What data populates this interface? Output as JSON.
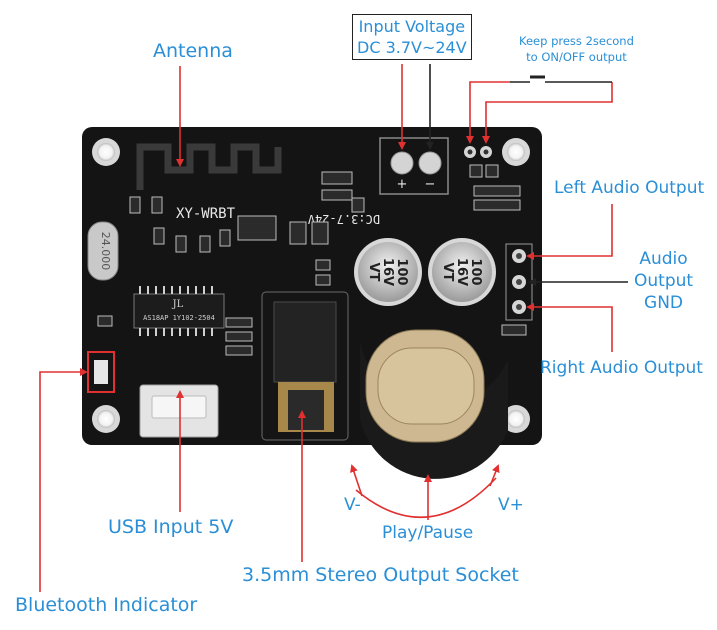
{
  "labels": {
    "antenna": "Antenna",
    "input_voltage_line1": "Input Voltage",
    "input_voltage_line2": "DC 3.7V~24V",
    "keep_press_line1": "Keep press 2second",
    "keep_press_line2": "to ON/OFF output",
    "left_audio_output": "Left Audio Output",
    "audio_line1": "Audio",
    "audio_line2": "Output",
    "audio_line3": "GND",
    "right_audio_output": "Right Audio Output",
    "v_minus": "V-",
    "v_plus": "V+",
    "play_pause": "Play/Pause",
    "usb_input": "USB Input 5V",
    "stereo_socket": "3.5mm Stereo Output Socket",
    "bluetooth_indicator": "Bluetooth Indicator"
  },
  "board": {
    "silk_model": "XY-WRBT",
    "silk_voltage": "DC:3.7-24V",
    "crystal": "24.000",
    "chip_text": "AS18AP 1Y102-2504",
    "chip_logo": "JL",
    "cap_value": "100",
    "cap_voltage": "16V",
    "cap_series": "VT",
    "plus": "+",
    "minus": "−"
  },
  "colors": {
    "label": "#2a8fd6",
    "arrow": "#e03030",
    "pcb": "#141414",
    "silk": "#e8e8e8"
  }
}
